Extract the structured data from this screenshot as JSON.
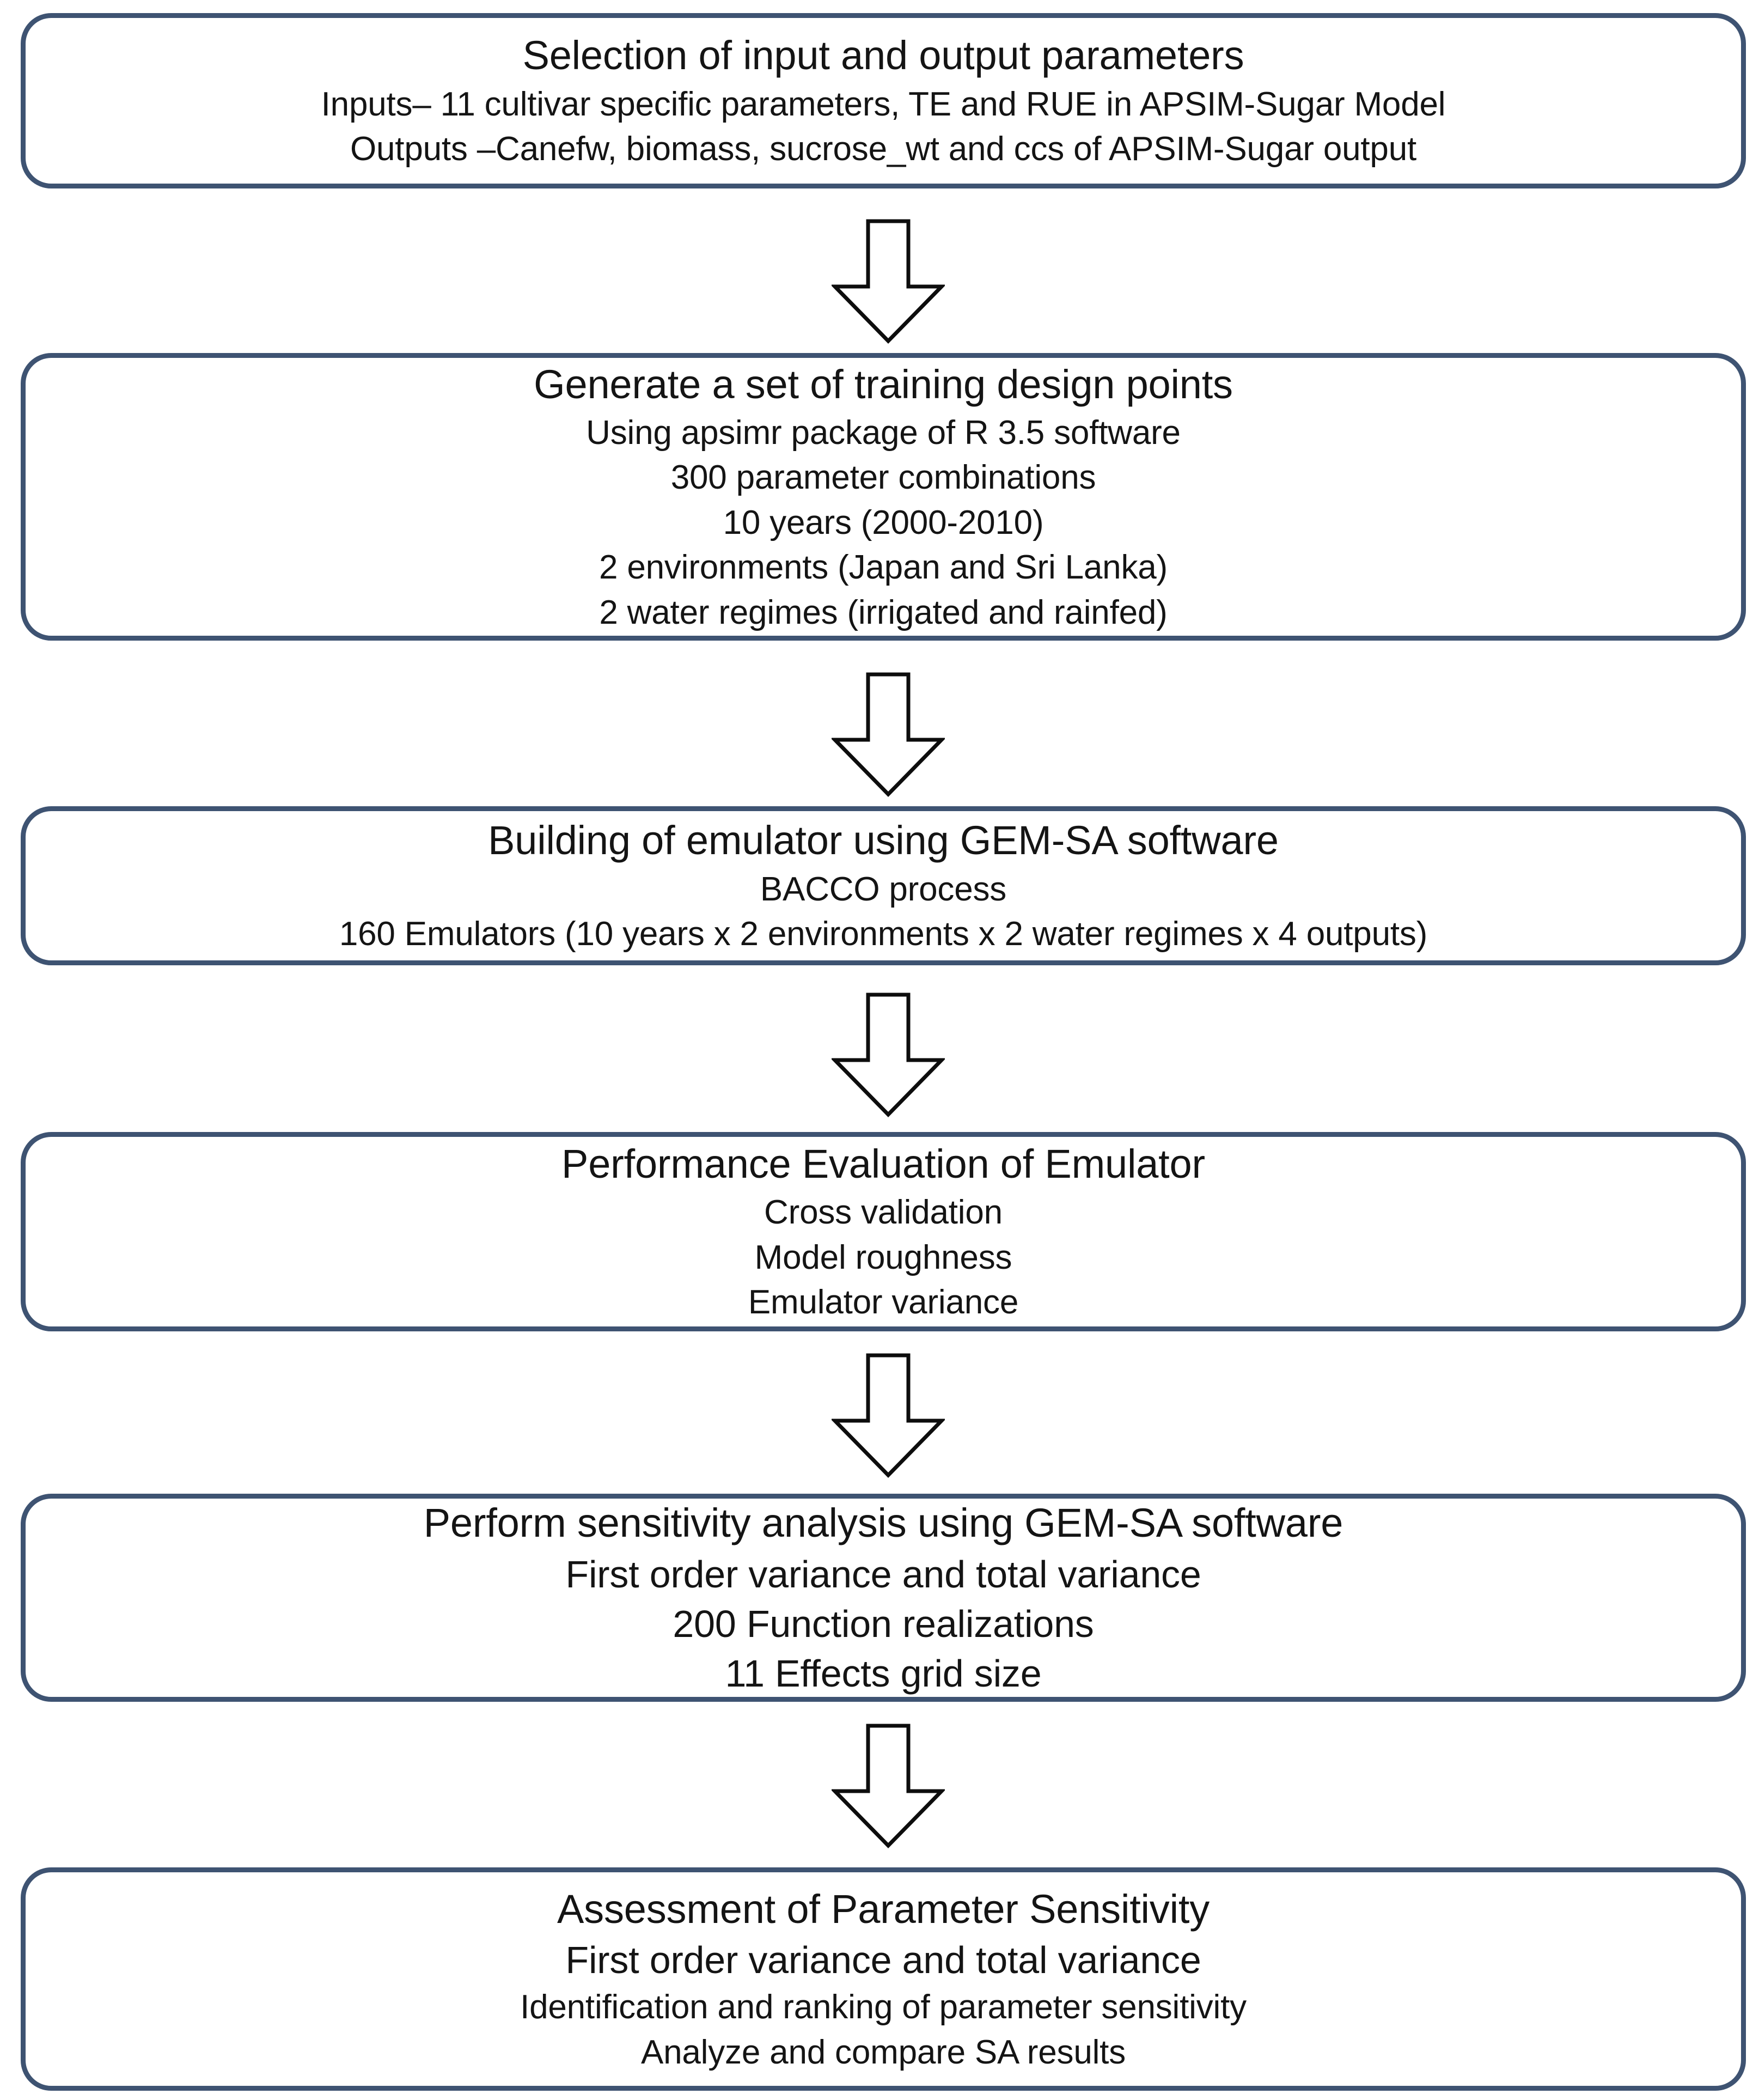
{
  "diagram": {
    "title": "Flowchart of emulator-based sensitivity analysis of the APSIM-Sugar model",
    "orientation": "top-to-bottom",
    "accent_border_color": "#3e5372",
    "arrow_stroke_color": "#0d0d0d",
    "background_color": "#ffffff",
    "node_count": 6,
    "arrow_count": 5,
    "nodes": [
      {
        "id": "step-1",
        "name": "selection-of-parameters",
        "title": "Selection of input and output parameters",
        "lines": [
          "Inputs– 11 cultivar specific parameters, TE and RUE in APSIM-Sugar Model",
          "Outputs –Canefw, biomass, sucrose_wt and ccs of APSIM-Sugar output"
        ]
      },
      {
        "id": "step-2",
        "name": "generate-training-design-points",
        "title": "Generate  a set of training design points",
        "lines": [
          "Using apsimr  package of R 3.5 software",
          "300 parameter combinations",
          "10 years (2000-2010)",
          "2 environments (Japan and Sri Lanka)",
          "2 water regimes (irrigated and rainfed)"
        ]
      },
      {
        "id": "step-3",
        "name": "building-of-emulator",
        "title": "Building of emulator using GEM-SA software",
        "lines": [
          "BACCO process",
          "160  Emulators  (10 years x 2 environments x 2 water regimes x 4 outputs)"
        ]
      },
      {
        "id": "step-4",
        "name": "performance-evaluation-of-emulator",
        "title": "Performance Evaluation of Emulator",
        "lines": [
          "Cross validation",
          "Model roughness",
          "Emulator variance"
        ]
      },
      {
        "id": "step-5",
        "name": "perform-sensitivity-analysis",
        "title": "Perform sensitivity analysis using GEM-SA software",
        "lines": [
          "First order variance and total variance",
          "200 Function realizations",
          "11 Effects grid size"
        ]
      },
      {
        "id": "step-6",
        "name": "assessment-of-parameter-sensitivity",
        "title": "Assessment of Parameter Sensitivity",
        "subtitle": "First order variance and total variance",
        "lines": [
          "Identification and ranking of parameter sensitivity",
          "Analyze and compare SA results"
        ]
      }
    ],
    "arrows": [
      {
        "id": "arrow-1",
        "name": "arrow-step1-to-step2",
        "from": "step-1",
        "to": "step-2",
        "direction": "down"
      },
      {
        "id": "arrow-2",
        "name": "arrow-step2-to-step3",
        "from": "step-2",
        "to": "step-3",
        "direction": "down"
      },
      {
        "id": "arrow-3",
        "name": "arrow-step3-to-step4",
        "from": "step-3",
        "to": "step-4",
        "direction": "down"
      },
      {
        "id": "arrow-4",
        "name": "arrow-step4-to-step5",
        "from": "step-4",
        "to": "step-5",
        "direction": "down"
      },
      {
        "id": "arrow-5",
        "name": "arrow-step5-to-step6",
        "from": "step-5",
        "to": "step-6",
        "direction": "down"
      }
    ]
  }
}
